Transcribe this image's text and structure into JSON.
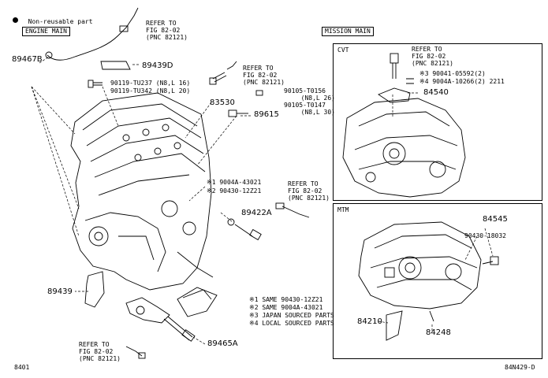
{
  "legend_note": "Non-reusable part",
  "engine_section_label": "ENGINE MAIN",
  "mission_section_label": "MISSION MAIN",
  "cvt_label": "CVT",
  "mtm_label": "MTM",
  "refer_1": [
    "REFER TO",
    "FIG 82-02",
    "(PNC 82121)"
  ],
  "refer_2": [
    "REFER TO",
    "FIG 82-02",
    "(PNC 82121)"
  ],
  "refer_3": [
    "REFER TO",
    "FIG 82-02",
    "(PNC 82121)"
  ],
  "refer_4": [
    "REFER TO",
    "FIG 82-02",
    "(PNC 82121)"
  ],
  "refer_5": [
    "REFER TO",
    "FIG 82-02",
    "(PNC 82121)"
  ],
  "parts": {
    "p89467B": "89467B",
    "p89439D": "89439D",
    "bolt_a": "90119-TU237 (N8,L 16)",
    "bolt_b": "90119-TU342 (N8,L 20)",
    "p83530": "83530",
    "bolt_c": [
      "90105-T0156",
      "(N8,L 26)",
      "90105-T0147",
      "(N8,L 30)"
    ],
    "p89615": "89615",
    "star1_part": "※1 9004A-43021",
    "star2_part": "※2 90430-12Z21",
    "p89422A": "89422A",
    "p89439": "89439",
    "p89465A": "89465A",
    "cvt_parts": [
      "※3 90041-05592(2)",
      "※4 9004A-10266(2) 2211"
    ],
    "p84540": "84540",
    "p84545": "84545",
    "mtm_bolt": "90430-18032",
    "p84210": "84210",
    "p84248": "84248"
  },
  "footnotes": [
    "※1 SAME 90430-12Z21",
    "※2 SAME 9004A-43021",
    "※3 JAPAN SOURCED PARTS",
    "※4 LOCAL SOURCED PARTS"
  ],
  "corner_left": "8401",
  "corner_right": "84N429-D"
}
